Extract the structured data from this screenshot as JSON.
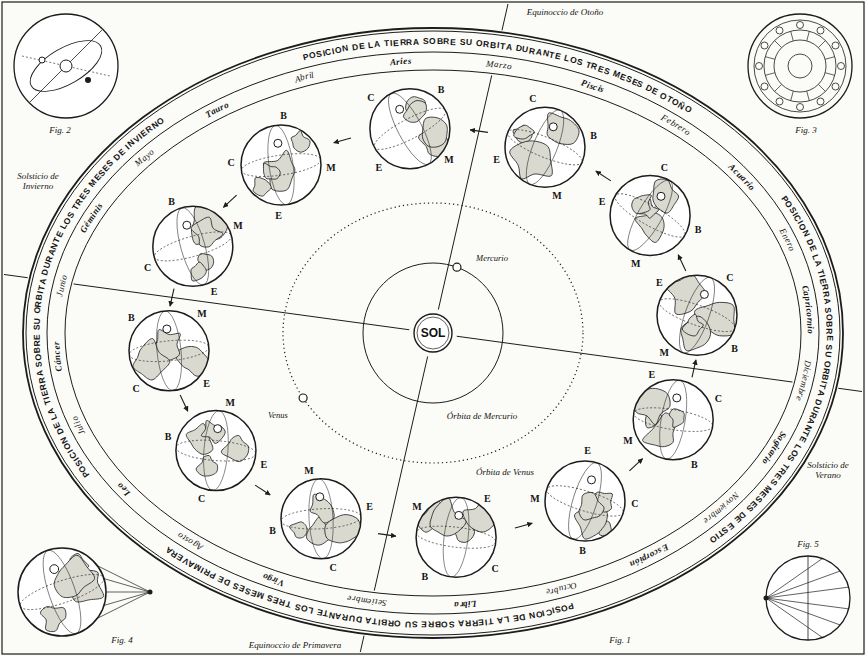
{
  "diagram": {
    "nodes": [
      {
        "text": [
          "SOL"
        ]
      }
    ],
    "labels": [
      "POSICION DE LA TIERRA SOBRE SU ORBITA DURANTE LOS TRES MESES DE OTOÑO",
      "POSICION DE LA TIERRA SOBRE SU ORBITA DURANTE LOS TRES MESES DE ESTIO",
      "POSICION DE LA TIERRA SOBRE SU ORBITA DURANTE LOS TRES MESES DE PRIMAVERA",
      "POSICION DE LA TIERRA SOBRE SU ORBITA DURANTE LOS TRES MESES DE INVIERNO",
      "Enero",
      "Febrero",
      "Marzo",
      "Abril",
      "Mayo",
      "Junio",
      "Julio",
      "Agosto",
      "Setiembre",
      "Octubre",
      "Noviembre",
      "Diciembre",
      "Aries",
      "Tauro",
      "Géminis",
      "Cáncer",
      "Leo",
      "Virgo",
      "Libra",
      "Escorpión",
      "Sagitario",
      "Capricornio",
      "Acuario",
      "Piscis",
      "Equinoccio de Otoño",
      "Solsticio de Verano",
      "Equinoccio de Primavera",
      "Solsticio de Invierno",
      "Órbita de Mercurio",
      "Órbita de Venus",
      "Mercurio",
      "Venus",
      "Fig. 1",
      "Fig. 2",
      "Fig. 3",
      "Fig. 4",
      "Fig. 5",
      "C",
      "B",
      "M",
      "E",
      "C",
      "B",
      "M",
      "E",
      "C",
      "B",
      "M",
      "E",
      "C",
      "B",
      "M",
      "E",
      "C",
      "B",
      "M",
      "E",
      "C",
      "B",
      "M",
      "E",
      "C",
      "B",
      "M",
      "E",
      "C",
      "B",
      "M",
      "E",
      "C",
      "B",
      "M",
      "E",
      "C",
      "B",
      "M",
      "E",
      "C",
      "B",
      "M",
      "E",
      "C",
      "B",
      "M",
      "E"
    ]
  }
}
